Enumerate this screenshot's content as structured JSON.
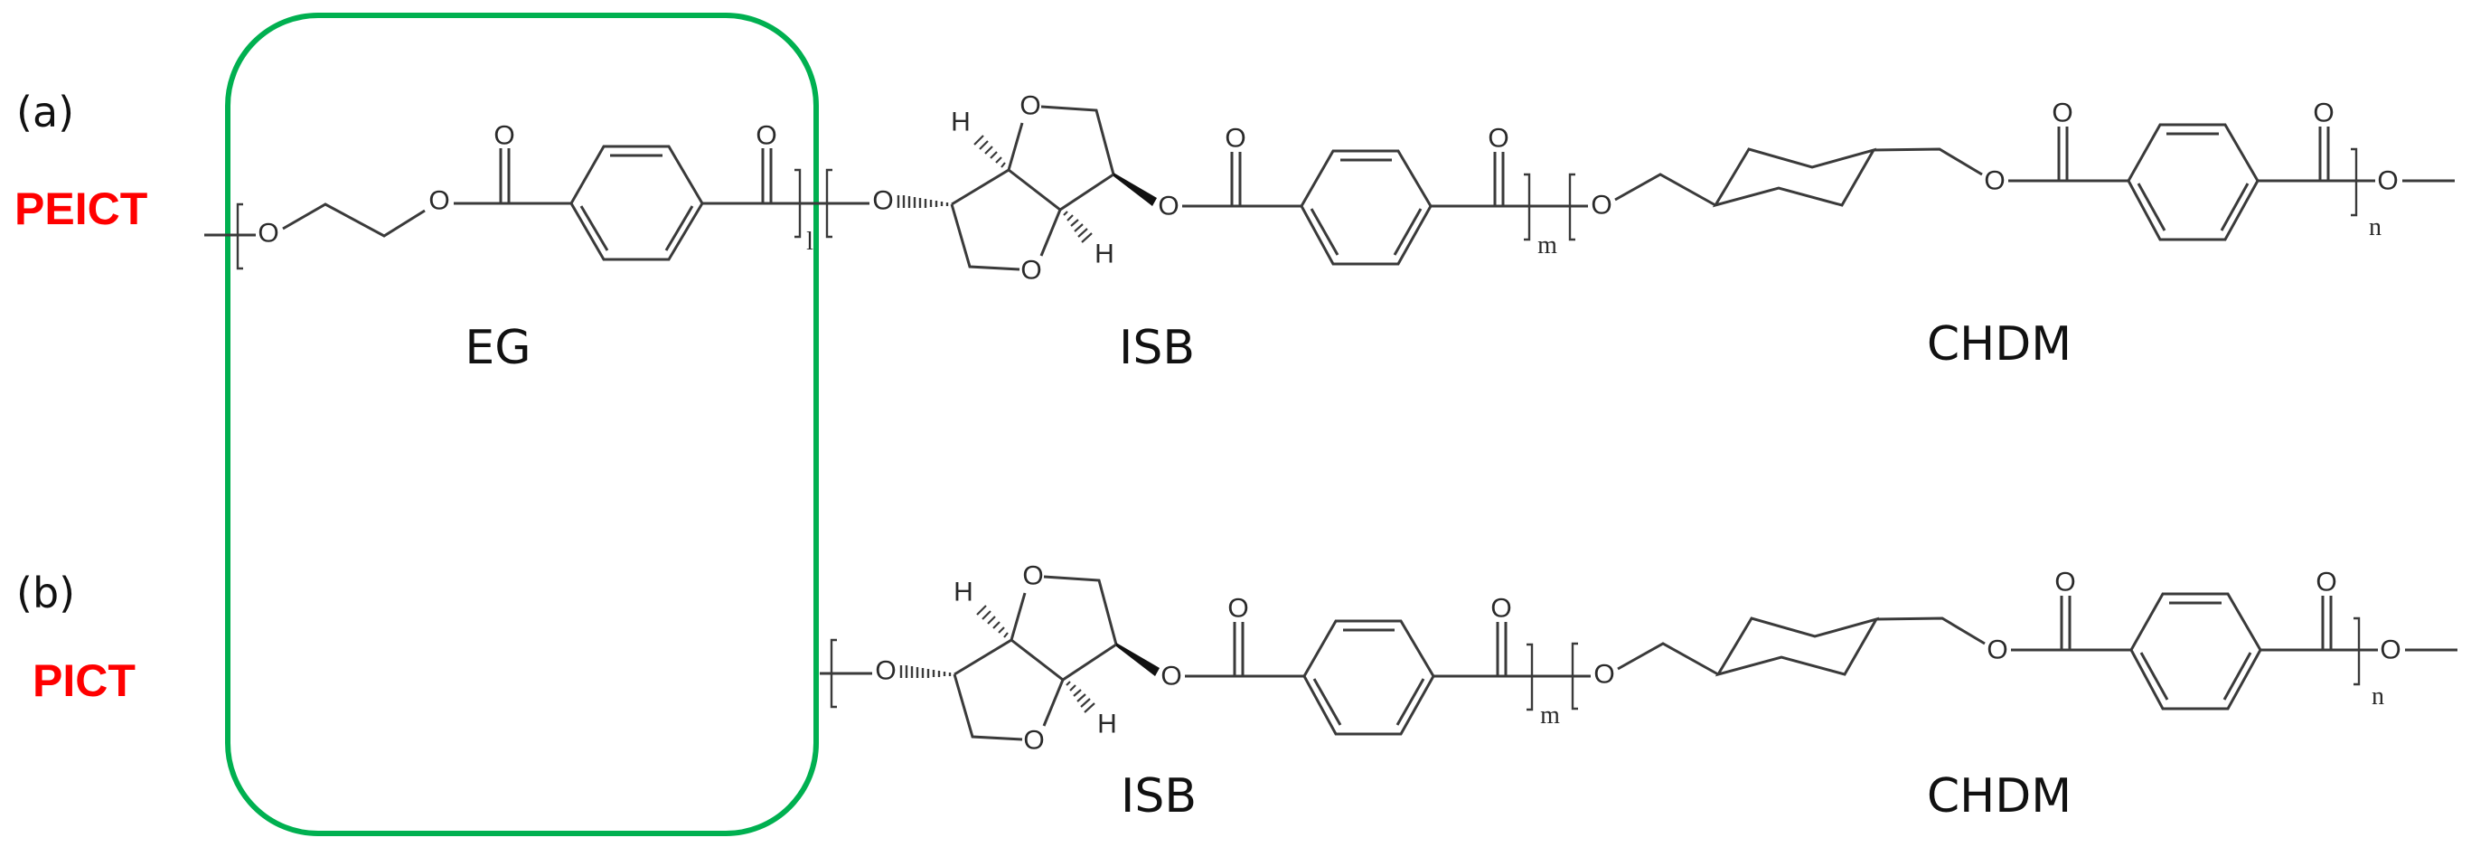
{
  "figure": {
    "background": "#ffffff",
    "highlight_box": {
      "color": "#00B050",
      "label": "EG segment highlight"
    },
    "name_color": "#FF0000"
  },
  "panel_a": {
    "label": "(a)",
    "polymer_name": "PEICT",
    "monomer_labels": {
      "eg": "EG",
      "isb": "ISB",
      "chdm": "CHDM"
    },
    "subscripts": {
      "eg": "l",
      "isb": "m",
      "chdm": "n"
    }
  },
  "panel_b": {
    "label": "(b)",
    "polymer_name": "PICT",
    "monomer_labels": {
      "isb": "ISB",
      "chdm": "CHDM"
    },
    "subscripts": {
      "isb": "m",
      "chdm": "n"
    }
  },
  "atoms": {
    "oxygen": "O",
    "hydrogen": "H"
  }
}
